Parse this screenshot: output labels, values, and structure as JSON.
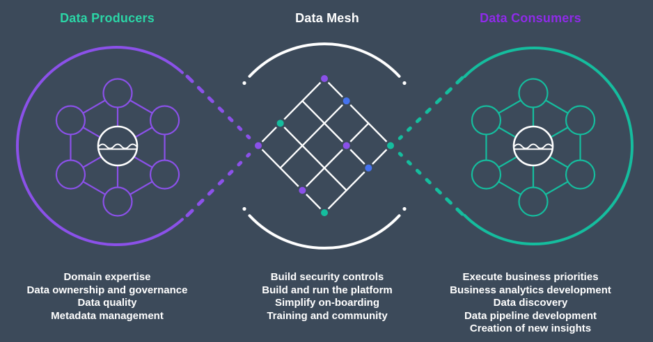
{
  "columns": [
    {
      "id": "producers",
      "title": "Data Producers",
      "title_color": "#2BD5A6",
      "accent_color": "#8B51E9",
      "icon": "hexagon-network-data-lake",
      "items": [
        "Domain expertise",
        "Data ownership and governance",
        "Data quality",
        "Metadata management"
      ]
    },
    {
      "id": "mesh",
      "title": "Data Mesh",
      "title_color": "#FFFFFF",
      "accent_color": "#FFFFFF",
      "icon": "diamond-lattice-grid",
      "items": [
        "Build security controls",
        "Build and run the platform",
        "Simplify on-boarding",
        "Training and community"
      ]
    },
    {
      "id": "consumers",
      "title": "Data Consumers",
      "title_color": "#8F2BE9",
      "accent_color": "#15BD9E",
      "icon": "hexagon-network-data-lake",
      "items": [
        "Execute business priorities",
        "Business analytics development",
        "Data discovery",
        "Data pipeline development",
        "Creation of new insights"
      ]
    }
  ],
  "colors": {
    "background": "#3C4A5A",
    "purple": "#8B51E9",
    "teal": "#15BD9E",
    "blue": "#4573EF",
    "white": "#FFFFFF"
  },
  "mesh": {
    "grid_size": 3,
    "dots": [
      {
        "i": 0,
        "j": 0,
        "color": "purple"
      },
      {
        "i": 1,
        "j": 0,
        "color": "blue"
      },
      {
        "i": 0,
        "j": 2,
        "color": "teal"
      },
      {
        "i": 0,
        "j": 3,
        "color": "purple"
      },
      {
        "i": 2,
        "j": 1,
        "color": "purple"
      },
      {
        "i": 3,
        "j": 0,
        "color": "teal"
      },
      {
        "i": 3,
        "j": 1,
        "color": "blue"
      },
      {
        "i": 2,
        "j": 3,
        "color": "purple"
      },
      {
        "i": 3,
        "j": 3,
        "color": "teal"
      }
    ]
  }
}
